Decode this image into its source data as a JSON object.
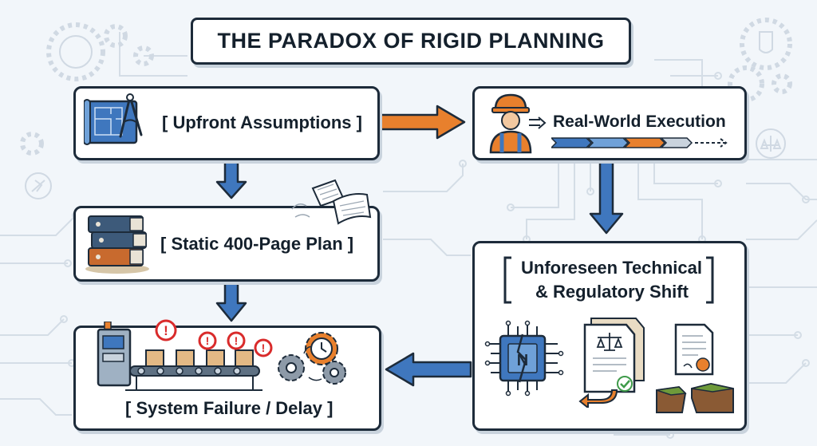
{
  "title": "THE PARADOX OF RIGID PLANNING",
  "nodes": {
    "upfront": "[ Upfront Assumptions ]",
    "execution": "Real-World Execution",
    "plan": "[ Static 400-Page Plan ]",
    "shift_line1": "Unforeseen Technical",
    "shift_line2": "& Regulatory Shift",
    "failure": "[ System Failure / Delay ]"
  },
  "alert_glyph": "!",
  "chip_glyph": "N",
  "colors": {
    "dark": "#1d2b3a",
    "blue": "#3f77be",
    "blue_light": "#6fa1d8",
    "orange": "#e8802d",
    "red": "#d92b2b",
    "background": "#f2f6fa"
  },
  "icons": [
    "blueprint-compass-icon",
    "worker-icon",
    "binders-icon",
    "paper-sheets-icon",
    "conveyor-machine-icon",
    "alert-icon",
    "gears-icon",
    "clock-gear-icon",
    "chip-icon",
    "legal-document-icon",
    "certificate-icon",
    "cracked-ground-icon"
  ]
}
